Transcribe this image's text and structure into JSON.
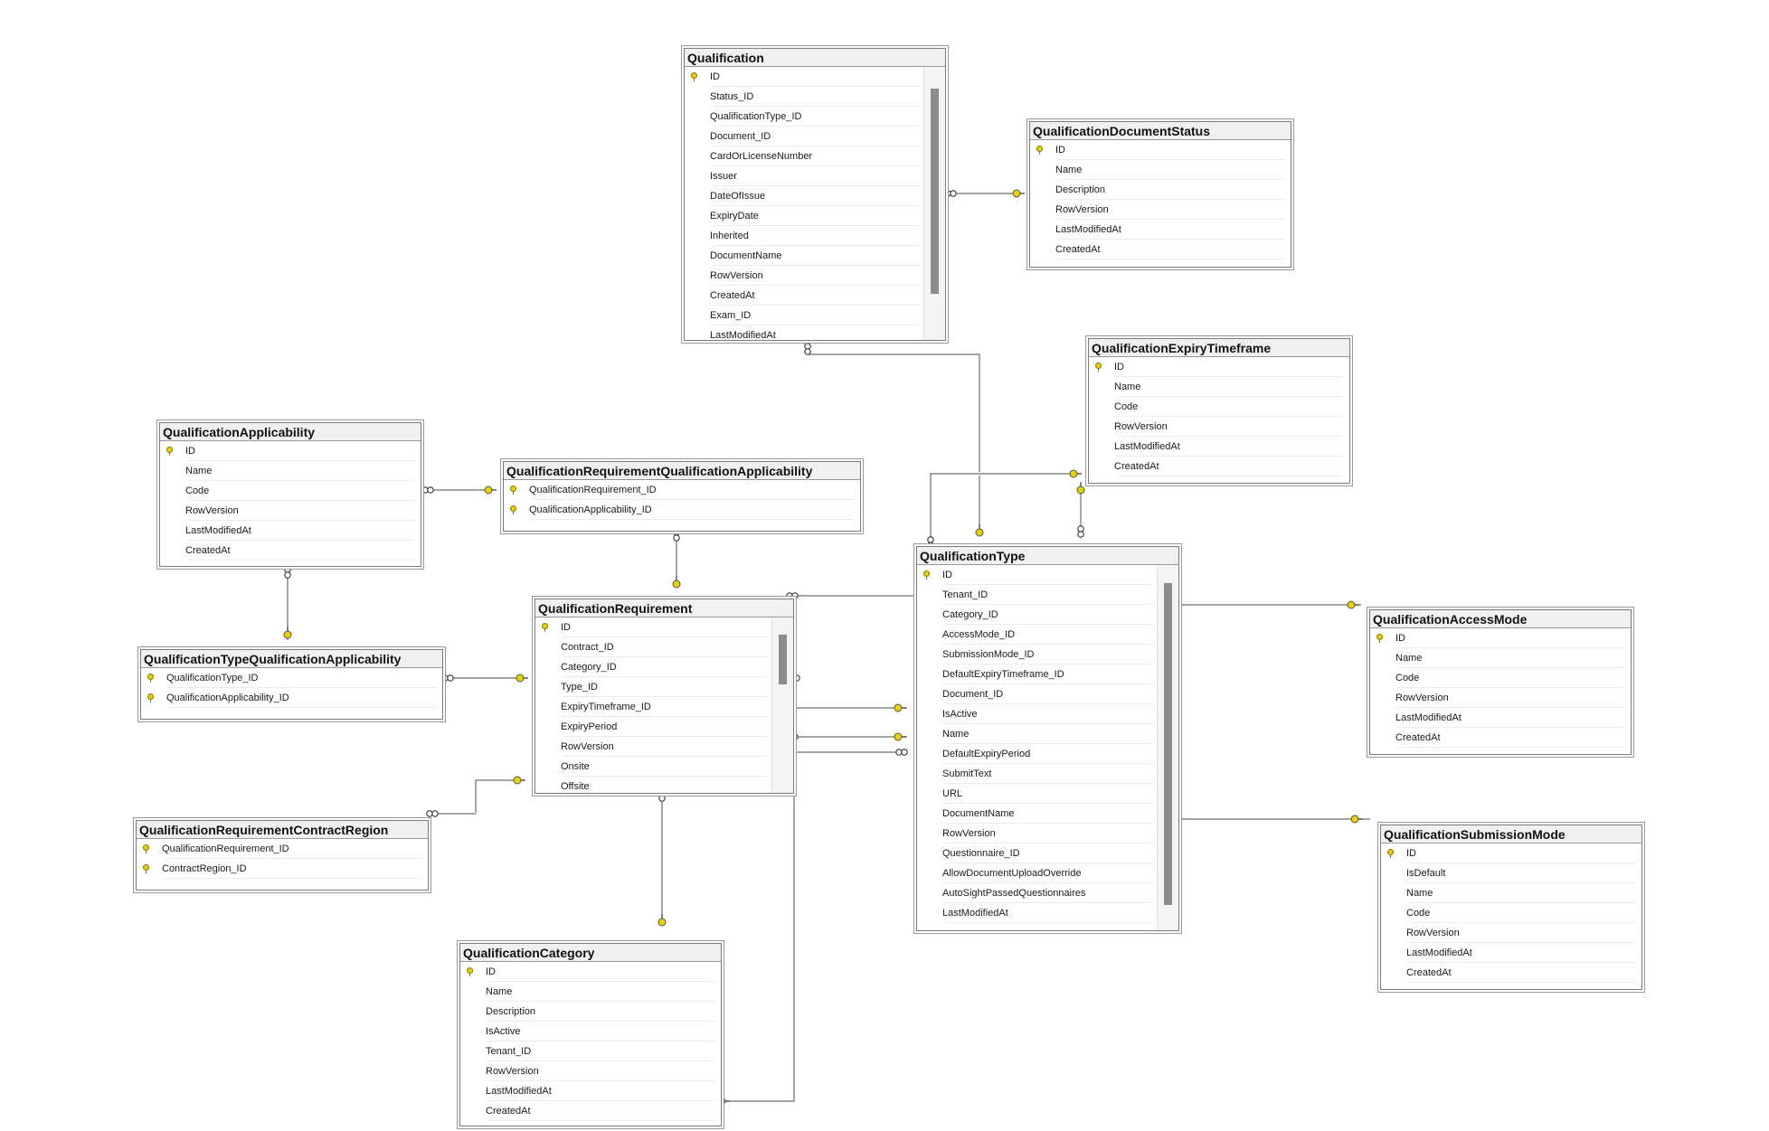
{
  "tables": [
    {
      "id": "qualification",
      "name": "Qualification",
      "columns": [
        {
          "name": "ID",
          "key": true
        },
        {
          "name": "Status_ID"
        },
        {
          "name": "QualificationType_ID"
        },
        {
          "name": "Document_ID"
        },
        {
          "name": "CardOrLicenseNumber"
        },
        {
          "name": "Issuer"
        },
        {
          "name": "DateOfIssue"
        },
        {
          "name": "ExpiryDate"
        },
        {
          "name": "Inherited"
        },
        {
          "name": "DocumentName"
        },
        {
          "name": "RowVersion"
        },
        {
          "name": "CreatedAt"
        },
        {
          "name": "Exam_ID"
        },
        {
          "name": "LastModifiedAt"
        }
      ],
      "scroll_thumb": {
        "start": 0.08,
        "end": 0.83
      }
    },
    {
      "id": "qualification-document-status",
      "name": "QualificationDocumentStatus",
      "columns": [
        {
          "name": "ID",
          "key": true
        },
        {
          "name": "Name"
        },
        {
          "name": "Description"
        },
        {
          "name": "RowVersion"
        },
        {
          "name": "LastModifiedAt"
        },
        {
          "name": "CreatedAt"
        }
      ]
    },
    {
      "id": "qualification-expiry-timeframe",
      "name": "QualificationExpiryTimeframe",
      "columns": [
        {
          "name": "ID",
          "key": true
        },
        {
          "name": "Name"
        },
        {
          "name": "Code"
        },
        {
          "name": "RowVersion"
        },
        {
          "name": "LastModifiedAt"
        },
        {
          "name": "CreatedAt"
        }
      ]
    },
    {
      "id": "qualification-applicability",
      "name": "QualificationApplicability",
      "columns": [
        {
          "name": "ID",
          "key": true
        },
        {
          "name": "Name"
        },
        {
          "name": "Code"
        },
        {
          "name": "RowVersion"
        },
        {
          "name": "LastModifiedAt"
        },
        {
          "name": "CreatedAt"
        }
      ]
    },
    {
      "id": "qualification-requirement-qualification-applicability",
      "name": "QualificationRequirementQualificationApplicability",
      "columns": [
        {
          "name": "QualificationRequirement_ID",
          "key": true
        },
        {
          "name": "QualificationApplicability_ID",
          "key": true
        }
      ]
    },
    {
      "id": "qualification-requirement",
      "name": "QualificationRequirement",
      "columns": [
        {
          "name": "ID",
          "key": true
        },
        {
          "name": "Contract_ID"
        },
        {
          "name": "Category_ID"
        },
        {
          "name": "Type_ID"
        },
        {
          "name": "ExpiryTimeframe_ID"
        },
        {
          "name": "ExpiryPeriod"
        },
        {
          "name": "RowVersion"
        },
        {
          "name": "Onsite"
        },
        {
          "name": "Offsite"
        }
      ],
      "scroll_thumb": {
        "start": 0.1,
        "end": 0.38
      }
    },
    {
      "id": "qualification-type",
      "name": "QualificationType",
      "columns": [
        {
          "name": "ID",
          "key": true
        },
        {
          "name": "Tenant_ID"
        },
        {
          "name": "Category_ID"
        },
        {
          "name": "AccessMode_ID"
        },
        {
          "name": "SubmissionMode_ID"
        },
        {
          "name": "DefaultExpiryTimeframe_ID"
        },
        {
          "name": "Document_ID"
        },
        {
          "name": "IsActive"
        },
        {
          "name": "Name"
        },
        {
          "name": "DefaultExpiryPeriod"
        },
        {
          "name": "SubmitText"
        },
        {
          "name": "URL"
        },
        {
          "name": "DocumentName"
        },
        {
          "name": "RowVersion"
        },
        {
          "name": "Questionnaire_ID"
        },
        {
          "name": "AllowDocumentUploadOverride"
        },
        {
          "name": "AutoSightPassedQuestionnaires"
        },
        {
          "name": "LastModifiedAt"
        }
      ],
      "scroll_thumb": {
        "start": 0.05,
        "end": 0.93
      }
    },
    {
      "id": "qualification-type-qualification-applicability",
      "name": "QualificationTypeQualificationApplicability",
      "columns": [
        {
          "name": "QualificationType_ID",
          "key": true
        },
        {
          "name": "QualificationApplicability_ID",
          "key": true
        }
      ]
    },
    {
      "id": "qualification-access-mode",
      "name": "QualificationAccessMode",
      "columns": [
        {
          "name": "ID",
          "key": true
        },
        {
          "name": "Name"
        },
        {
          "name": "Code"
        },
        {
          "name": "RowVersion"
        },
        {
          "name": "LastModifiedAt"
        },
        {
          "name": "CreatedAt"
        }
      ]
    },
    {
      "id": "qualification-requirement-contract-region",
      "name": "QualificationRequirementContractRegion",
      "columns": [
        {
          "name": "QualificationRequirement_ID",
          "key": true
        },
        {
          "name": "ContractRegion_ID",
          "key": true
        }
      ]
    },
    {
      "id": "qualification-submission-mode",
      "name": "QualificationSubmissionMode",
      "columns": [
        {
          "name": "ID",
          "key": true
        },
        {
          "name": "IsDefault"
        },
        {
          "name": "Name"
        },
        {
          "name": "Code"
        },
        {
          "name": "RowVersion"
        },
        {
          "name": "LastModifiedAt"
        },
        {
          "name": "CreatedAt"
        }
      ]
    },
    {
      "id": "qualification-category",
      "name": "QualificationCategory",
      "columns": [
        {
          "name": "ID",
          "key": true
        },
        {
          "name": "Name"
        },
        {
          "name": "Description"
        },
        {
          "name": "IsActive"
        },
        {
          "name": "Tenant_ID"
        },
        {
          "name": "RowVersion"
        },
        {
          "name": "LastModifiedAt"
        },
        {
          "name": "CreatedAt"
        }
      ]
    }
  ],
  "relationships": [
    {
      "from": "qualification",
      "to": "qualification-document-status",
      "cardinality": "many-to-one"
    },
    {
      "from": "qualification",
      "to": "qualification-type",
      "cardinality": "many-to-one"
    },
    {
      "from": "qualification-type",
      "to": "qualification-expiry-timeframe",
      "cardinality": "many-to-one"
    },
    {
      "from": "qualification-type",
      "to": "qualification-access-mode",
      "cardinality": "many-to-one"
    },
    {
      "from": "qualification-type",
      "to": "qualification-submission-mode",
      "cardinality": "many-to-one"
    },
    {
      "from": "qualification-requirement-qualification-applicability",
      "to": "qualification-applicability",
      "cardinality": "many-to-one"
    },
    {
      "from": "qualification-requirement-qualification-applicability",
      "to": "qualification-requirement",
      "cardinality": "many-to-one"
    },
    {
      "from": "qualification-type-qualification-applicability",
      "to": "qualification-applicability",
      "cardinality": "many-to-one"
    },
    {
      "from": "qualification-type-qualification-applicability",
      "to": "qualification-type",
      "cardinality": "many-to-one"
    },
    {
      "from": "qualification-requirement",
      "to": "qualification-type",
      "cardinality": "many-to-one"
    },
    {
      "from": "qualification-requirement",
      "to": "qualification-category",
      "cardinality": "many-to-one"
    },
    {
      "from": "qualification-requirement",
      "to": "qualification-expiry-timeframe",
      "cardinality": "many-to-one"
    },
    {
      "from": "qualification-requirement-contract-region",
      "to": "qualification-requirement",
      "cardinality": "many-to-one"
    },
    {
      "from": "qualification-type",
      "to": "qualification-category",
      "cardinality": "many-to-one"
    }
  ],
  "colors": {
    "key": "#e6d200",
    "line": "#6e6e6e",
    "border": "#7a7a7a",
    "header": "#f0f0f0"
  }
}
